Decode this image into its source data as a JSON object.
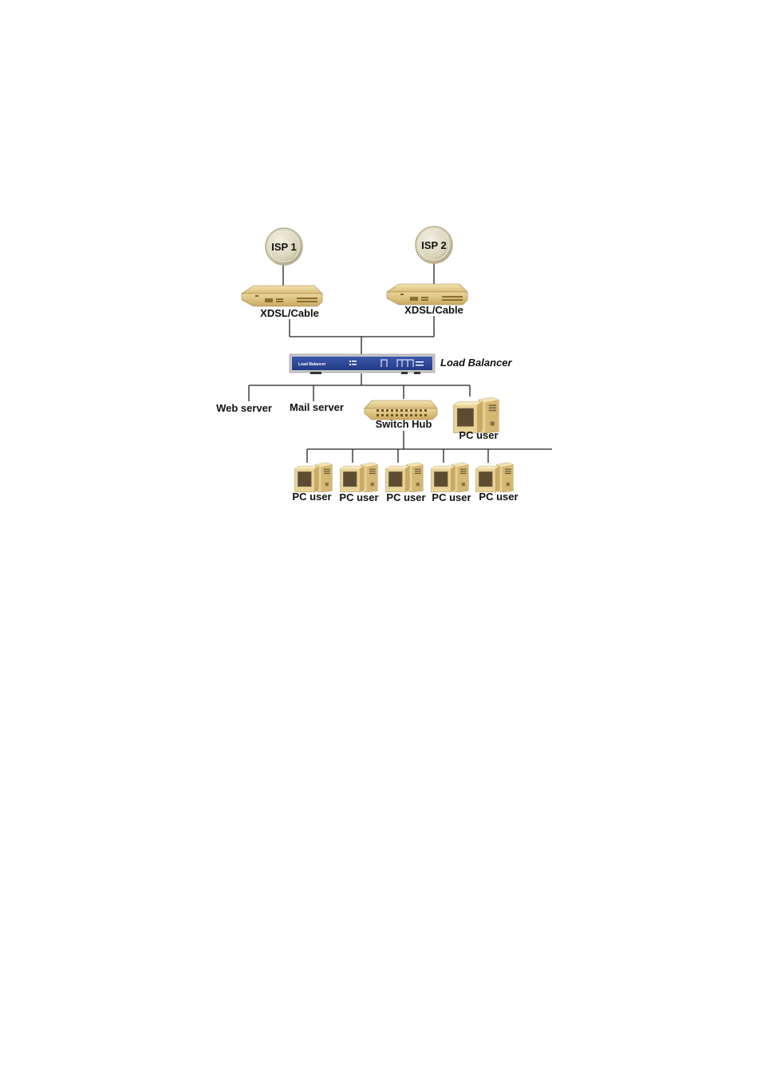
{
  "colors": {
    "isp_globe": "#d8d2b8",
    "device_beige": "#e8d398",
    "device_dark": "#c2a562",
    "load_balancer_blue": "#2b4596",
    "monitor_screen": "#6a5a3c",
    "wire": "#222222"
  },
  "isps": [
    {
      "label": "ISP 1",
      "icon": "globe-icon"
    },
    {
      "label": "ISP 2",
      "icon": "globe-icon"
    }
  ],
  "modems": [
    {
      "label": "XDSL/Cable",
      "icon": "modem-icon"
    },
    {
      "label": "XDSL/Cable",
      "icon": "modem-icon"
    }
  ],
  "load_balancer": {
    "label": "Load Balancer",
    "panel_text": "Load Balancer",
    "icon": "load-balancer-device-icon"
  },
  "servers": [
    {
      "label": "Web server"
    },
    {
      "label": "Mail server"
    }
  ],
  "switch_hub": {
    "label": "Switch Hub",
    "icon": "switch-hub-icon"
  },
  "top_pc": {
    "label": "PC user",
    "icon": "desktop-pc-icon"
  },
  "pcs": [
    {
      "label": "PC user",
      "icon": "desktop-pc-icon"
    },
    {
      "label": "PC user",
      "icon": "desktop-pc-icon"
    },
    {
      "label": "PC user",
      "icon": "desktop-pc-icon"
    },
    {
      "label": "PC user",
      "icon": "desktop-pc-icon"
    },
    {
      "label": "PC user",
      "icon": "desktop-pc-icon"
    }
  ]
}
